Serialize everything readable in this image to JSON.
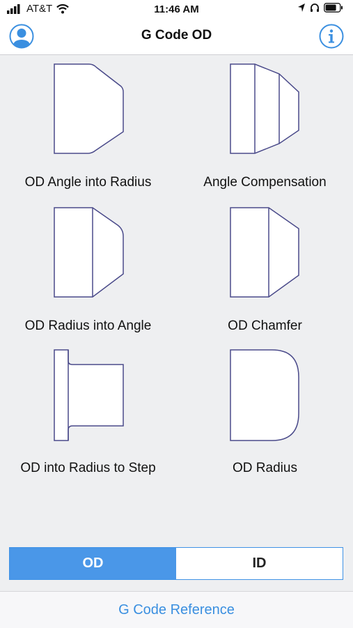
{
  "status_bar": {
    "carrier": "AT&T",
    "time": "11:46 AM"
  },
  "nav": {
    "title": "G Code OD",
    "left_icon": "user-profile-icon",
    "right_icon": "info-icon",
    "accent": "#3a8fe0"
  },
  "tiles": [
    {
      "label": "OD Angle into Radius"
    },
    {
      "label": "Angle Compensation"
    },
    {
      "label": "OD Radius into Angle"
    },
    {
      "label": "OD Chamfer"
    },
    {
      "label": "OD into Radius to Step"
    },
    {
      "label": "OD Radius"
    }
  ],
  "segmented": {
    "od_label": "OD",
    "id_label": "ID",
    "selected": "OD"
  },
  "footer": {
    "reference_label": "G Code Reference"
  },
  "colors": {
    "accent": "#4a97e8",
    "background": "#eeeff1",
    "shape_stroke": "#4a4a8a"
  }
}
